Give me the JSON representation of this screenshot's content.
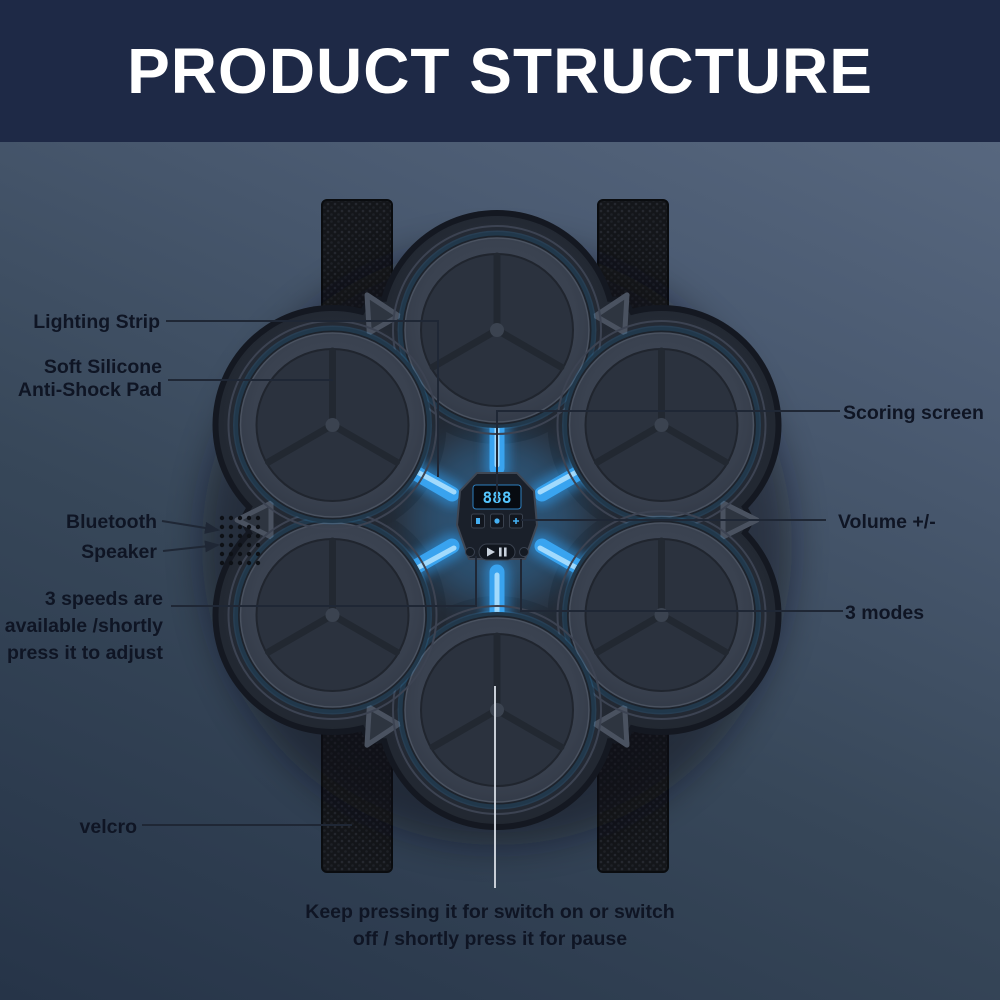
{
  "header": {
    "title": "PRODUCT STRUCTURE"
  },
  "labels": {
    "lighting_strip": "Lighting Strip",
    "anti_shock_pad": "Soft Silicone\nAnti-Shock Pad",
    "scoring_screen": "Scoring screen",
    "bluetooth": "Bluetooth",
    "speaker": "Speaker",
    "speeds": "3 speeds are\navailable /shortly\npress it to adjust",
    "volume": "Volume +/-",
    "modes": "3 modes",
    "velcro": "velcro",
    "power_note": "Keep pressing it for switch on or switch\noff / shortly press it for pause"
  },
  "device": {
    "display_value": "888",
    "colors": {
      "accent_blue": "#3aa6f3",
      "header_navy": "#1e2946",
      "body_dark": "#262c37",
      "background_top": "#5d6d85",
      "background_bottom": "#263448"
    }
  }
}
